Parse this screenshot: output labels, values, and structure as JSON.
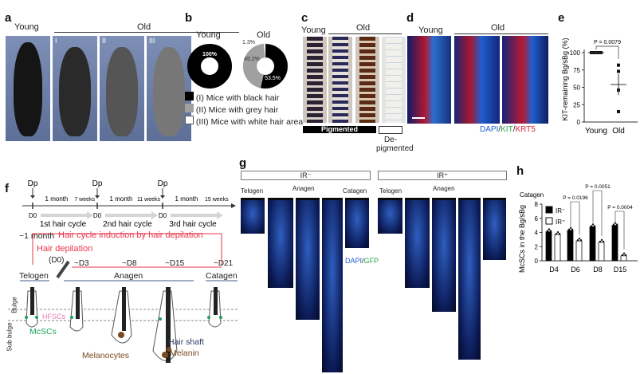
{
  "panels": {
    "a": "a",
    "b": "b",
    "c": "c",
    "d": "d",
    "e": "e",
    "f": "f",
    "g": "g",
    "h": "h"
  },
  "a": {
    "young": "Young",
    "old": "Old",
    "numerals": [
      "I",
      "II",
      "III"
    ]
  },
  "b": {
    "young": "Young",
    "old": "Old",
    "legend": [
      "(I) Mice with black hair",
      "(II) Mice with grey hair",
      "(III) Mice with white hair area"
    ],
    "young_pct": [
      {
        "label": "100%",
        "value": 100,
        "color": "#000000"
      }
    ],
    "old_pct": [
      {
        "label": "53.5%",
        "value": 53.5,
        "color": "#000000"
      },
      {
        "label": "45.2%",
        "value": 45.2,
        "color": "#a0a0a0"
      },
      {
        "label": "1.3%",
        "value": 1.3,
        "color": "#ffffff"
      }
    ]
  },
  "c": {
    "young": "Young",
    "old": "Old",
    "pigmented": "Pigmented",
    "depigmented": "De-\npigmented"
  },
  "d": {
    "young": "Young",
    "old": "Old",
    "stain": {
      "dapi": "DAPI",
      "sep1": "/",
      "kit": "KIT",
      "sep2": "/",
      "krt5": "KRT5"
    },
    "colors": {
      "dapi": "#1f5fd1",
      "kit": "#2aa84a",
      "krt5": "#e0243a"
    }
  },
  "chart_data": [
    {
      "type": "scatter",
      "panel": "e",
      "ylabel": "KIT-remaining Bg/sBg (%)",
      "categories": [
        "Young",
        "Old"
      ],
      "ylim": [
        0,
        100
      ],
      "yticks": [
        0,
        25,
        50,
        75,
        100
      ],
      "series": [
        {
          "name": "Young",
          "values": [
            100,
            100,
            100,
            100,
            100
          ],
          "mean": 100
        },
        {
          "name": "Old",
          "values": [
            82,
            73,
            46,
            15
          ],
          "mean": 54,
          "sem": [
            39,
            69
          ]
        }
      ],
      "annotation": "P = 0.0079"
    },
    {
      "type": "bar",
      "panel": "h",
      "title": "Catagen",
      "ylabel": "McSCs in the Bg/sBg",
      "categories": [
        "D4",
        "D6",
        "D8",
        "D15"
      ],
      "ylim": [
        0,
        8
      ],
      "yticks": [
        0,
        2,
        4,
        6,
        8
      ],
      "series": [
        {
          "name": "IR⁻",
          "color": "#000000",
          "values": [
            4.1,
            4.3,
            4.8,
            5.0
          ]
        },
        {
          "name": "IR⁺",
          "color": "#ffffff",
          "values": [
            3.7,
            2.8,
            2.6,
            0.7
          ]
        }
      ],
      "annotations": [
        "P = 0.0196",
        "P = 0.0051",
        "P = 0.0004"
      ]
    }
  ],
  "f": {
    "dp": "Dp",
    "d0": "D0",
    "intervals": [
      "1 month",
      "1 month",
      "1 month"
    ],
    "weeks": [
      "7 weeks",
      "11 weeks",
      "15 weeks"
    ],
    "cycles": [
      "1st hair cycle",
      "2nd hair cycle",
      "3rd hair cycle"
    ],
    "month": "~1 month",
    "induction": "Hair cycle induction by hair depilation",
    "depilation": "Hair depilation",
    "d0p": "(D0)",
    "days": [
      "~D3",
      "~D8",
      "~D15",
      "~D21"
    ],
    "phases": [
      "Telogen",
      "Anagen",
      "Catagen"
    ],
    "labels": {
      "bulge": "Bulge",
      "subbulge": "Sub bulge",
      "hfsc": "HFSCs",
      "mcsc": "McSCs",
      "shaft": "Hair shaft",
      "melanocytes": "Melanocytes",
      "melanin": "Melanin"
    }
  },
  "g": {
    "irneg": "IR⁻",
    "irpos": "IR⁺",
    "telogen": "Telogen",
    "anagen": "Anagen",
    "catagen": "Catagen",
    "stain_dapi": "DAPI",
    "stain_sep": "/",
    "stain_gfp": "GFP"
  }
}
